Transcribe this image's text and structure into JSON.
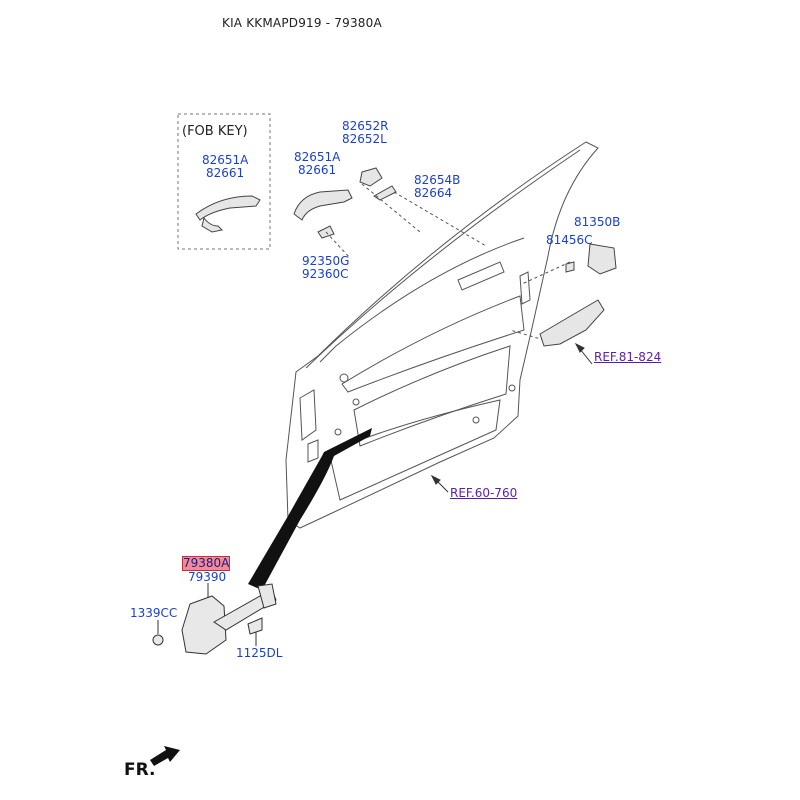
{
  "header": {
    "title": "KIA KKMAPD919 - 79380A"
  },
  "fob_key_group": {
    "label": "(FOB KEY)"
  },
  "parts": {
    "p82651A_fob": "82651A",
    "p82661_fob": "82661",
    "p82652R": "82652R",
    "p82652L": "82652L",
    "p82651A": "82651A",
    "p82661": "82661",
    "p82654B": "82654B",
    "p82664": "82664",
    "p81350B": "81350B",
    "p81456C": "81456C",
    "p92350G": "92350G",
    "p92360C": "92360C",
    "p79380A": "79380A",
    "p79390": "79390",
    "p1339CC": "1339CC",
    "p1125DL": "1125DL"
  },
  "refs": {
    "ref_81_824": "REF.81-824",
    "ref_60_760": "REF.60-760"
  },
  "selected_part": "79380A",
  "direction": {
    "label": "FR."
  },
  "colors": {
    "part_number": "#1a3fd1",
    "reference": "#5a1fb0",
    "selected_highlight": "#f28b95",
    "line_art": "#555555"
  }
}
